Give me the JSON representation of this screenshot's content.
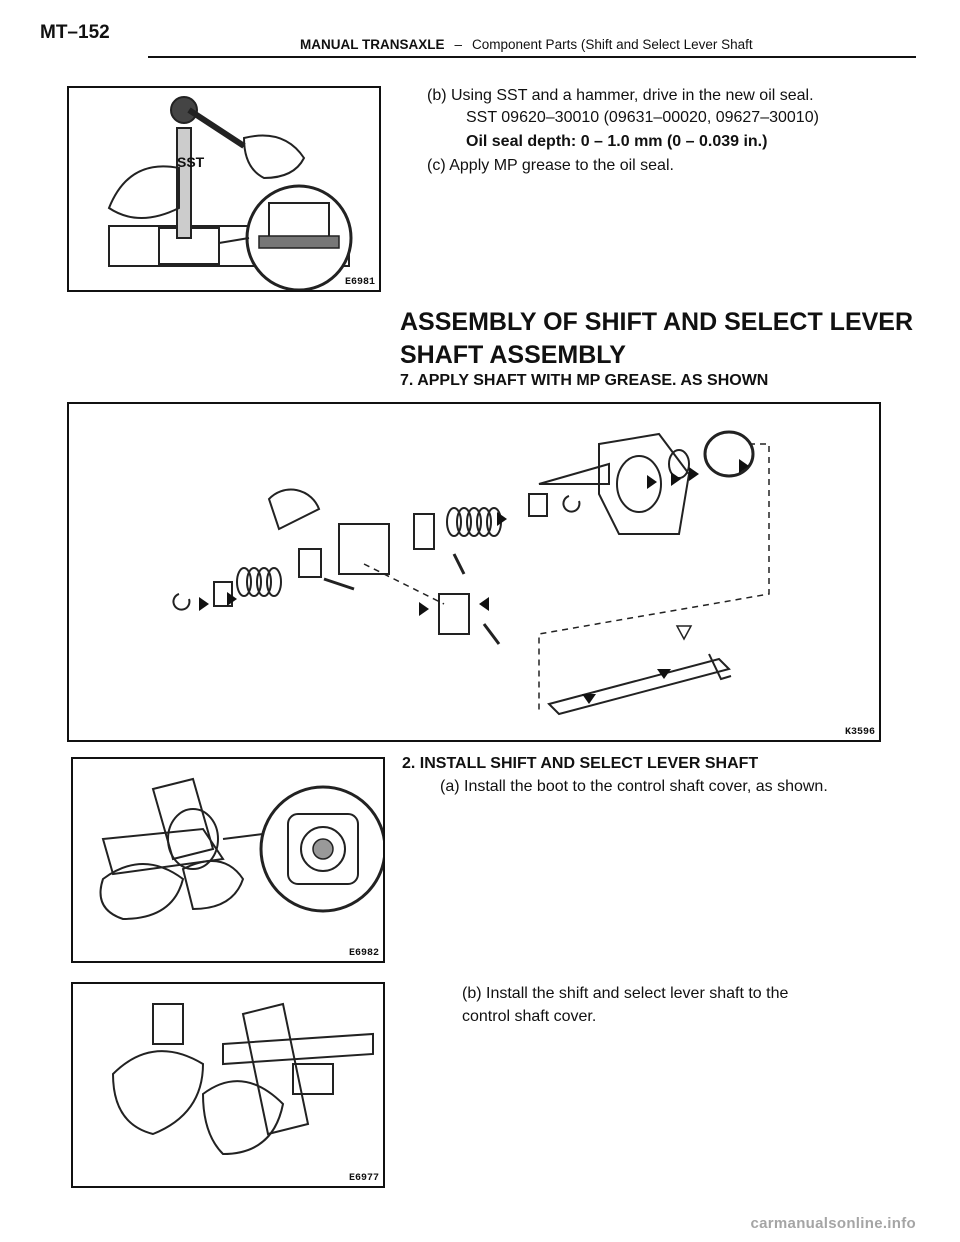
{
  "header": {
    "page_number": "MT–152",
    "section": "MANUAL TRANSAXLE",
    "separator": "–",
    "subsection": "Component Parts (Shift and Select Lever Shaft"
  },
  "steps": {
    "b_drive": "(b) Using SST and a hammer, drive in the new oil seal.",
    "b_sst": "SST 09620–30010 (09631–00020, 09627–30010)",
    "b_depth": "Oil seal depth: 0 – 1.0 mm (0 – 0.039 in.)",
    "c_grease": "(c) Apply MP grease to the oil seal."
  },
  "assembly": {
    "title_line1": "ASSEMBLY OF SHIFT AND SELECT LEVER",
    "title_line2": "SHAFT ASSEMBLY",
    "step7": "7. APPLY SHAFT WITH MP GREASE. AS SHOWN",
    "step2": "2. INSTALL SHIFT AND SELECT LEVER SHAFT",
    "step2a": "(a) Install the boot to the control shaft cover, as shown.",
    "step2b_line1": "(b) Install the shift and select lever shaft to the",
    "step2b_line2": "control shaft cover."
  },
  "figures": {
    "fig1": {
      "code": "E6981",
      "label_sst": "SST"
    },
    "fig2": {
      "code": "K3596"
    },
    "fig3": {
      "code": "E6982"
    },
    "fig4": {
      "code": "E6977"
    }
  },
  "watermark": "carmanualsonline.info"
}
